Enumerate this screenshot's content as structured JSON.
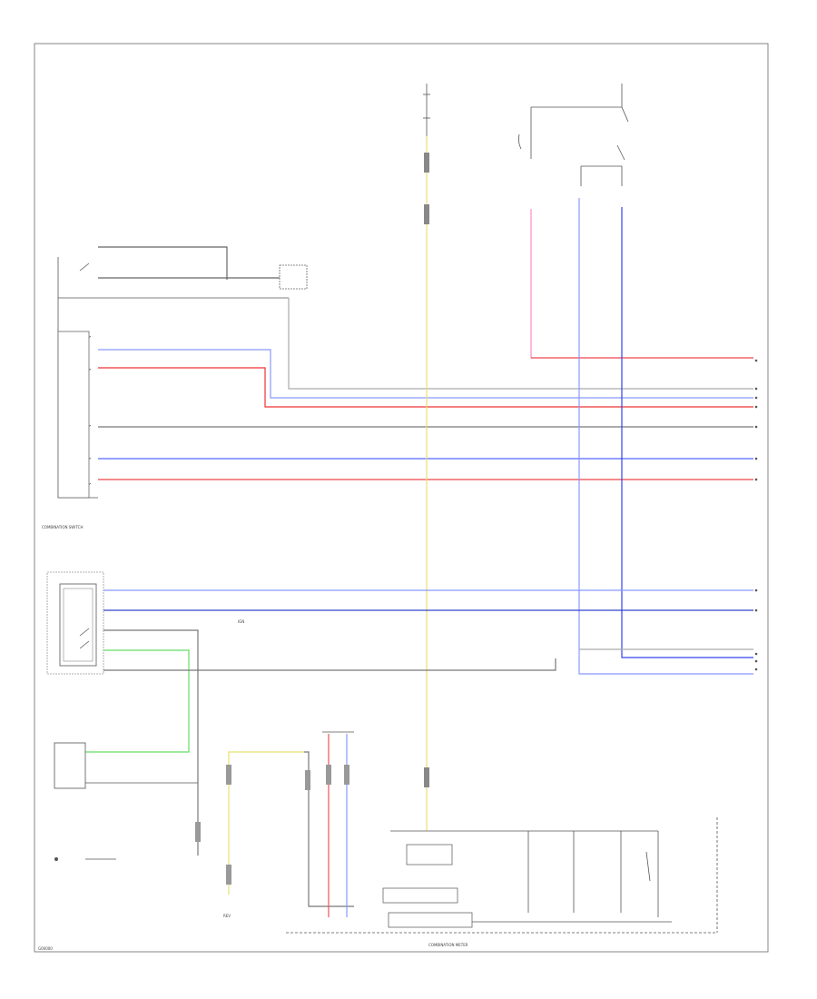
{
  "colors": {
    "border": "#777777",
    "black": "#666666",
    "red": "#ee3333",
    "blue": "#3344ee",
    "blue_light": "#8899ff",
    "pink": "#ff88cc",
    "yellow": "#e8e070",
    "green": "#33dd33",
    "grey": "#aaaaaa"
  },
  "labels": {
    "combination_switch": "COMBINATION SWITCH",
    "combination_meter": "COMBINATION METER",
    "ign_label": "IGN",
    "rev_label": "REV",
    "footer_code": "G00000"
  }
}
